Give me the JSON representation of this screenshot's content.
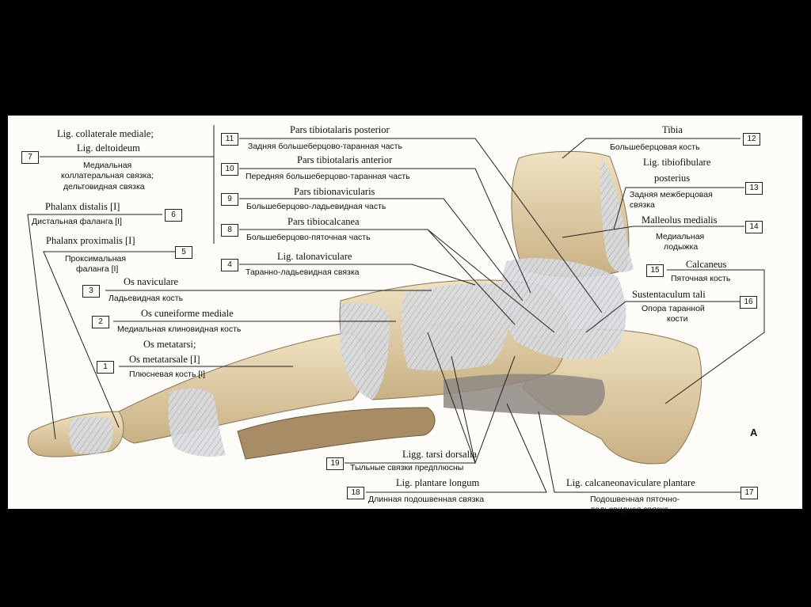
{
  "figure_letter": "A",
  "labels": [
    {
      "num": "7",
      "latin": "Lig. collaterale mediale;",
      "latin2": "Lig. deltoideum",
      "russian": "Медиальная",
      "russian2": "коллатеральная связка;",
      "russian3": "дельтовидная связка"
    },
    {
      "num": "6",
      "latin": "Phalanx distalis [I]",
      "russian": "Дистальная фаланга [I]"
    },
    {
      "num": "5",
      "latin": "Phalanx proximalis [I]",
      "russian": "Проксимальная",
      "russian2": "фаланга [I]"
    },
    {
      "num": "3",
      "latin": "Os naviculare",
      "russian": "Ладьевидная кость"
    },
    {
      "num": "2",
      "latin": "Os cuneiforme mediale",
      "russian": "Медиальная клиновидная кость"
    },
    {
      "num": "1",
      "latin": "Os metatarsi;",
      "latin2": "Os metatarsale [I]",
      "russian": "Плюсневая кость [I]"
    },
    {
      "num": "11",
      "latin": "Pars tibiotalaris posterior",
      "russian": "Задняя большеберцово-таранная часть"
    },
    {
      "num": "10",
      "latin": "Pars tibiotalaris anterior",
      "russian": "Передняя большеберцово-таранная часть"
    },
    {
      "num": "9",
      "latin": "Pars tibionavicularis",
      "russian": "Большеберцово-ладьевидная часть"
    },
    {
      "num": "8",
      "latin": "Pars tibiocalcanea",
      "russian": "Большеберцово-пяточная часть"
    },
    {
      "num": "4",
      "latin": "Lig. talonaviculare",
      "russian": "Таранно-ладьевидная связка"
    },
    {
      "num": "12",
      "latin": "Tibia",
      "russian": "Большеберцовая кость"
    },
    {
      "num": "13",
      "latin": "Lig. tibiofibulare",
      "latin2": "posterius",
      "russian": "Задняя межберцовая",
      "russian2": "связка"
    },
    {
      "num": "14",
      "latin": "Malleolus medialis",
      "russian": "Медиальная",
      "russian2": "лодыжка"
    },
    {
      "num": "15",
      "latin": "Calcaneus",
      "russian": "Пяточная кость"
    },
    {
      "num": "16",
      "latin": "Sustentaculum tali",
      "russian": "Опора таранной",
      "russian2": "кости"
    },
    {
      "num": "19",
      "latin": "Ligg. tarsi dorsalia",
      "russian": "Тыльные связки предплюсны"
    },
    {
      "num": "18",
      "latin": "Lig. plantare longum",
      "russian": "Длинная подошвенная связка"
    },
    {
      "num": "17",
      "latin": "Lig. calcaneonaviculare plantare",
      "russian": "Подошвенная пяточно-",
      "russian2": "ладьевидная связка"
    }
  ]
}
